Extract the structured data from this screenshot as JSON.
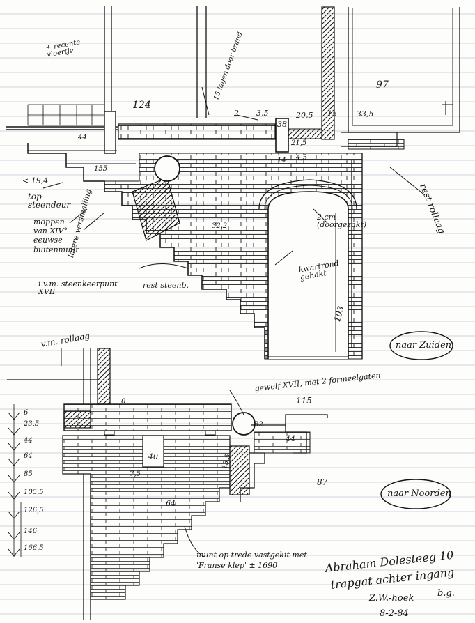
{
  "colors": {
    "ink": "#151515",
    "paper": "#fdfdfb",
    "rule": "#bfc6d2"
  },
  "upper": {
    "dim_124": "124",
    "dim_2": "2",
    "dim_35a": "3,5",
    "dim_38": "38",
    "dim_205": "20,5",
    "dim_15": "15",
    "dim_335": "33,5",
    "dim_97": "97",
    "dim_44": "44",
    "dim_155": "155",
    "dim_215": "21,5",
    "dim_14": "14",
    "dim_45": "4,5",
    "dim_322": "32,2",
    "dim_103": "103",
    "dim_19": "< 19,4",
    "note_top_left": "+ recente vloertje",
    "note_15_lagen": "15 lagen door brand",
    "note_top_steendeur": "top steendeur",
    "note_moppen": "moppen van XIV° eeuwse buitenmuur",
    "note_latere": "latere versmalling",
    "note_ivm": "i.v.m. steenkeerpunt XVII",
    "note_rest": "rest steenb.",
    "note_2cm": "2 cm (doorgezakt)",
    "note_kwartrond": "kwartrond gehakt",
    "note_rest_rollaag": "rest rollaag",
    "note_naar_zuiden": "naar Zuiden"
  },
  "lower": {
    "note_vm_rollaag": "v.m. rollaag",
    "note_gewelf": "gewelf XVII, met 2 formeelgaten",
    "dim_115": "115",
    "dim_32": "32",
    "dim_40": "40",
    "dim_44": "44",
    "dim_75": "7,5",
    "dim_135": "13,5",
    "dim_87": "87",
    "dim_64": "64",
    "dim_0": "0",
    "note_naar_noorden": "naar Noorden",
    "note_munt": "munt op trede vastgekit met 'Franse klep' ± 1690",
    "scale": [
      "6",
      "23,5",
      "44",
      "64",
      "85",
      "105,5",
      "126,5",
      "146",
      "166,5"
    ]
  },
  "caption": {
    "line1": "Abraham Dolesteeg 10",
    "line2": "trapgat achter ingang",
    "line3": "Z.W.-hoek",
    "initials": "b.g.",
    "date": "8-2-84"
  }
}
